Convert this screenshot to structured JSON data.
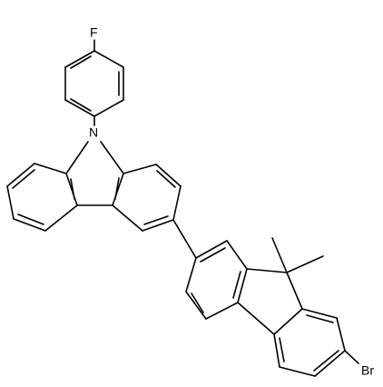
{
  "structure": {
    "atom_labels": {
      "fluorine": "F",
      "nitrogen": "N",
      "bromine": "Br"
    }
  },
  "colors": {
    "background": "#ffffff",
    "bond": "#000000",
    "label": "#000000"
  }
}
